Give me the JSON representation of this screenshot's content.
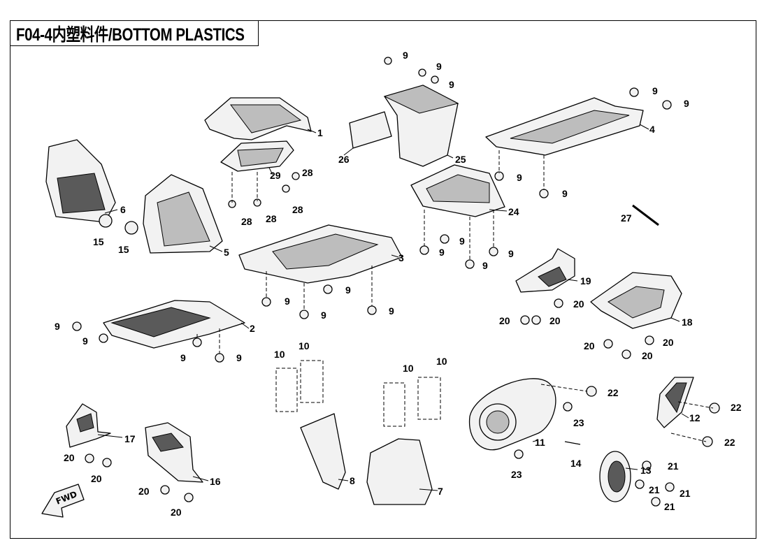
{
  "title": "F04-4内塑料件/BOTTOM PLASTICS",
  "fwd_label": "FWD",
  "callouts": [
    "1",
    "2",
    "3",
    "4",
    "5",
    "6",
    "7",
    "8",
    "9",
    "10",
    "11",
    "12",
    "13",
    "14",
    "15",
    "16",
    "17",
    "18",
    "19",
    "20",
    "21",
    "22",
    "23",
    "24",
    "25",
    "26",
    "27",
    "28",
    "29"
  ]
}
